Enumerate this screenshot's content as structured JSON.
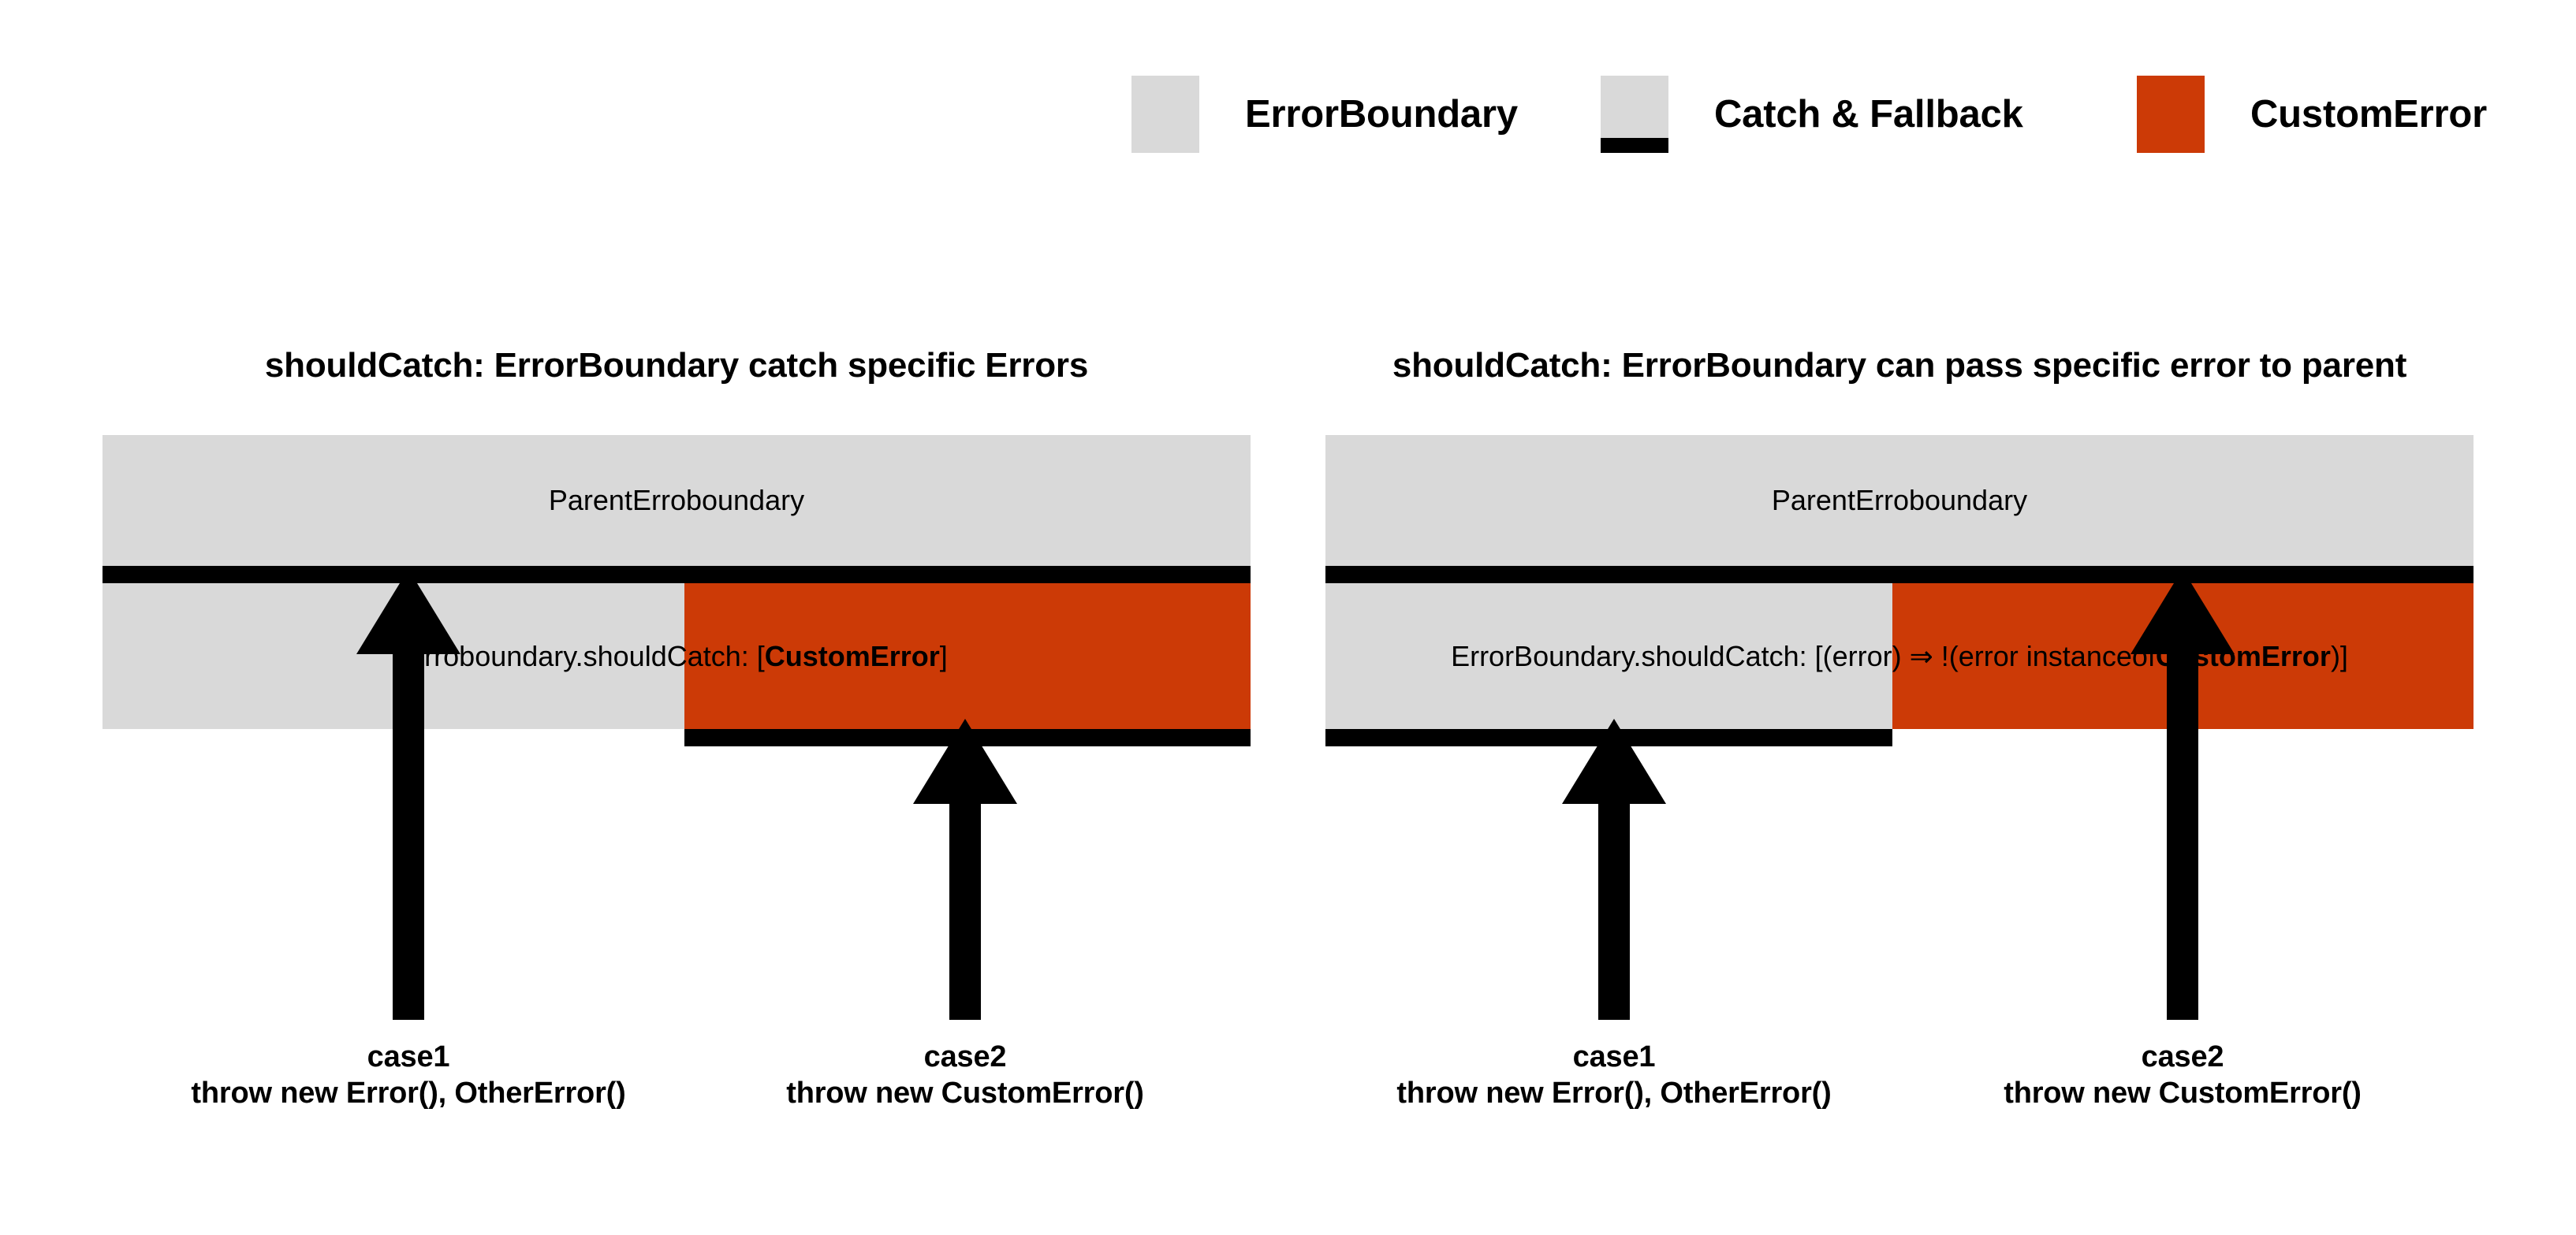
{
  "legend": {
    "items": [
      {
        "id": "error-boundary",
        "label": "ErrorBoundary",
        "swatch": "gray",
        "color": "#d9d9d9",
        "rule": false
      },
      {
        "id": "catch-fallback",
        "label": "Catch & Fallback",
        "swatch": "gray-with-rule",
        "color": "#d9d9d9",
        "rule": true,
        "rule_color": "#000000"
      },
      {
        "id": "custom-error",
        "label": "CustomError",
        "swatch": "orange",
        "color": "#cc3a06",
        "rule": false
      }
    ]
  },
  "panels": [
    {
      "id": "left",
      "title": "shouldCatch: ErrorBoundary catch specific Errors",
      "parent_label": "ParentErroboundary",
      "child_text_plain": "Erroboundary.shouldCatch: [CustomError]",
      "child_text_prefix": "Erroboundary.shouldCatch: [",
      "child_text_bold": "CustomError",
      "child_text_suffix": "]",
      "split_ratio": 0.507,
      "bottom_rule_side": "right",
      "arrows": [
        {
          "id": "case1",
          "x_ratio": 0.266,
          "target": "mid-rule"
        },
        {
          "id": "case2",
          "x_ratio": 0.751,
          "target": "bottom-rule"
        }
      ],
      "captions": [
        {
          "id": "case1",
          "line1": "case1",
          "line2": "throw new Error(), OtherError()"
        },
        {
          "id": "case2",
          "line1": "case2",
          "line2": "throw new CustomError()"
        }
      ]
    },
    {
      "id": "right",
      "title": "shouldCatch: ErrorBoundary can pass specific error to parent",
      "parent_label": "ParentErroboundary",
      "child_text_plain": "ErrorBoundary.shouldCatch: [(error) ⇒ !(error instanceof CustomError)]",
      "child_text_prefix": "ErrorBoundary.shouldCatch: [(error) ⇒ !(error instanceof ",
      "child_text_bold": "CustomError",
      "child_text_suffix": ")]",
      "split_ratio": 0.494,
      "bottom_rule_side": "left",
      "arrows": [
        {
          "id": "case1",
          "x_ratio": 0.251,
          "target": "bottom-rule"
        },
        {
          "id": "case2",
          "x_ratio": 0.746,
          "target": "mid-rule"
        }
      ],
      "captions": [
        {
          "id": "case1",
          "line1": "case1",
          "line2": "throw new Error(), OtherError()"
        },
        {
          "id": "case2",
          "line1": "case2",
          "line2": "throw new CustomError()"
        }
      ]
    }
  ],
  "colors": {
    "gray": "#d9d9d9",
    "orange": "#cc3a06",
    "black": "#000000",
    "background": "#ffffff"
  }
}
